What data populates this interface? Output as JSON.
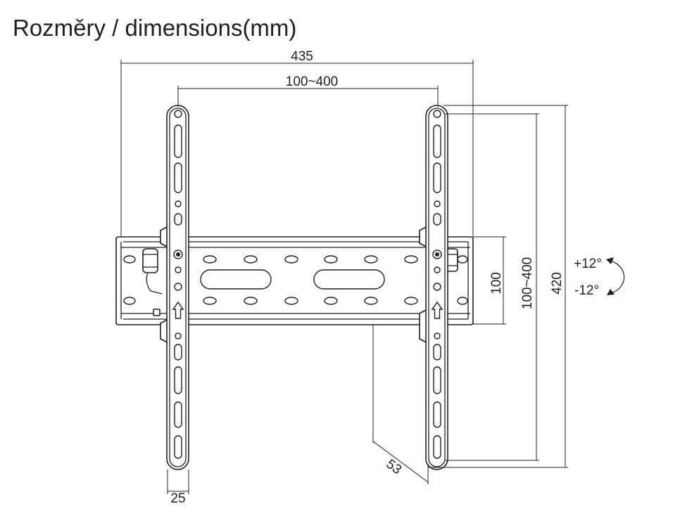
{
  "title": "Rozměry / dimensions(mm)",
  "dimensions": {
    "overall_width": "435",
    "hole_spacing_horizontal": "100~400",
    "plate_height": "100",
    "hole_spacing_vertical": "100~400",
    "overall_height": "420",
    "wall_distance": "53",
    "strap_width": "25"
  },
  "tilt": {
    "up": "+12°",
    "down": "-12°"
  },
  "colors": {
    "line": "#231f20",
    "background": "#ffffff"
  }
}
